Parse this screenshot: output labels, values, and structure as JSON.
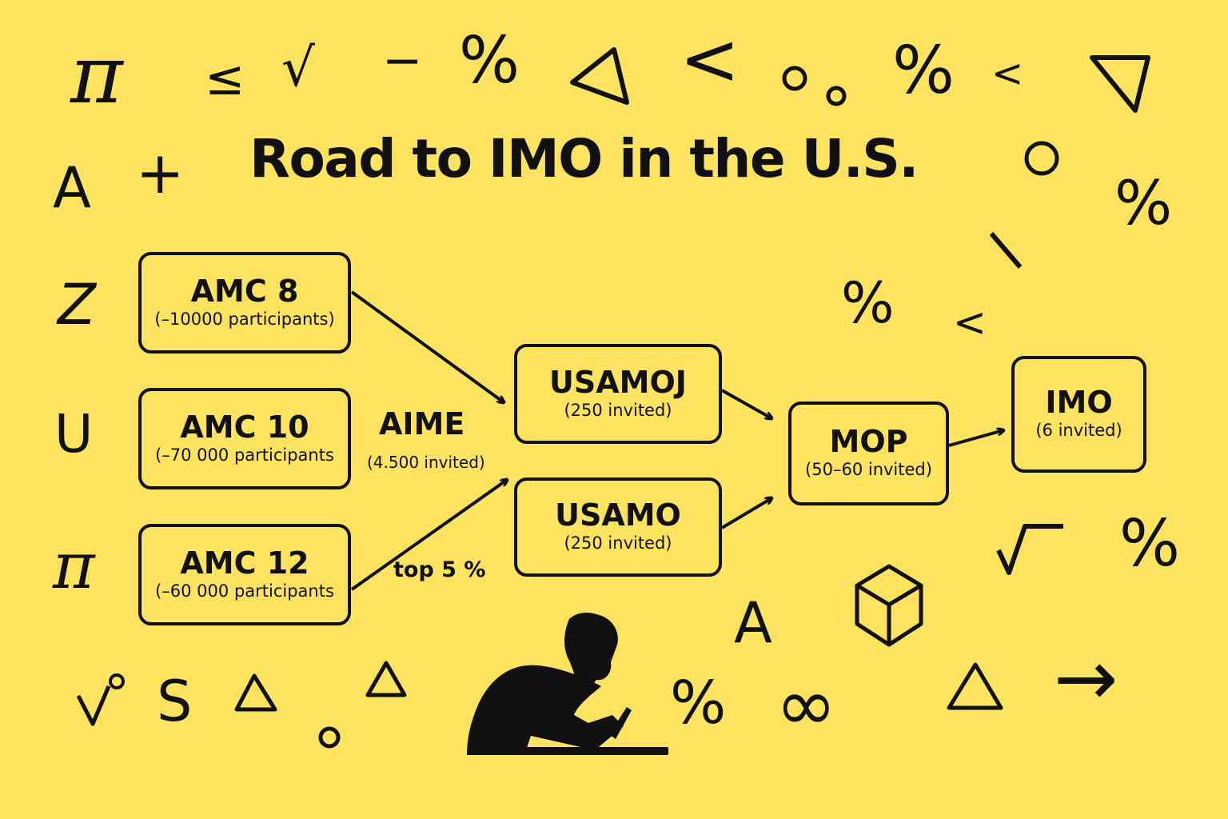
{
  "title": "Road to IMO in the U.S.",
  "colors": {
    "background": "#fde35f",
    "ink": "#111111"
  },
  "stages": {
    "amc8": {
      "name": "AMC 8",
      "detail": "(–10000 participants)"
    },
    "amc10": {
      "name": "AMC 10",
      "detail": "(–70 000 participants"
    },
    "amc12": {
      "name": "AMC 12",
      "detail": "(–60 000 participants"
    },
    "usamoj": {
      "name": "USAMOJ",
      "detail": "(250 invited)"
    },
    "usamo": {
      "name": "USAMO",
      "detail": "(250 invited)"
    },
    "mop": {
      "name": "MOP",
      "detail": "(50–60 invited)"
    },
    "imo": {
      "name": "IMO",
      "detail": "(6 invited)"
    }
  },
  "aime": {
    "name": "AIME",
    "detail": "(4.500 invited)"
  },
  "cutoff_label": "top 5 %",
  "decorations": {
    "pi": "π",
    "le": "≤",
    "sqrt": "√",
    "minus": "−",
    "percent": "%",
    "lt": "<",
    "letter_a": "A",
    "plus": "+",
    "letter_z": "Z",
    "letter_u": "U",
    "letter_s": "S",
    "infinity": "∞",
    "arrow": "→"
  },
  "icons": [
    "student-writing-icon",
    "cube-icon",
    "triangle-icon"
  ]
}
